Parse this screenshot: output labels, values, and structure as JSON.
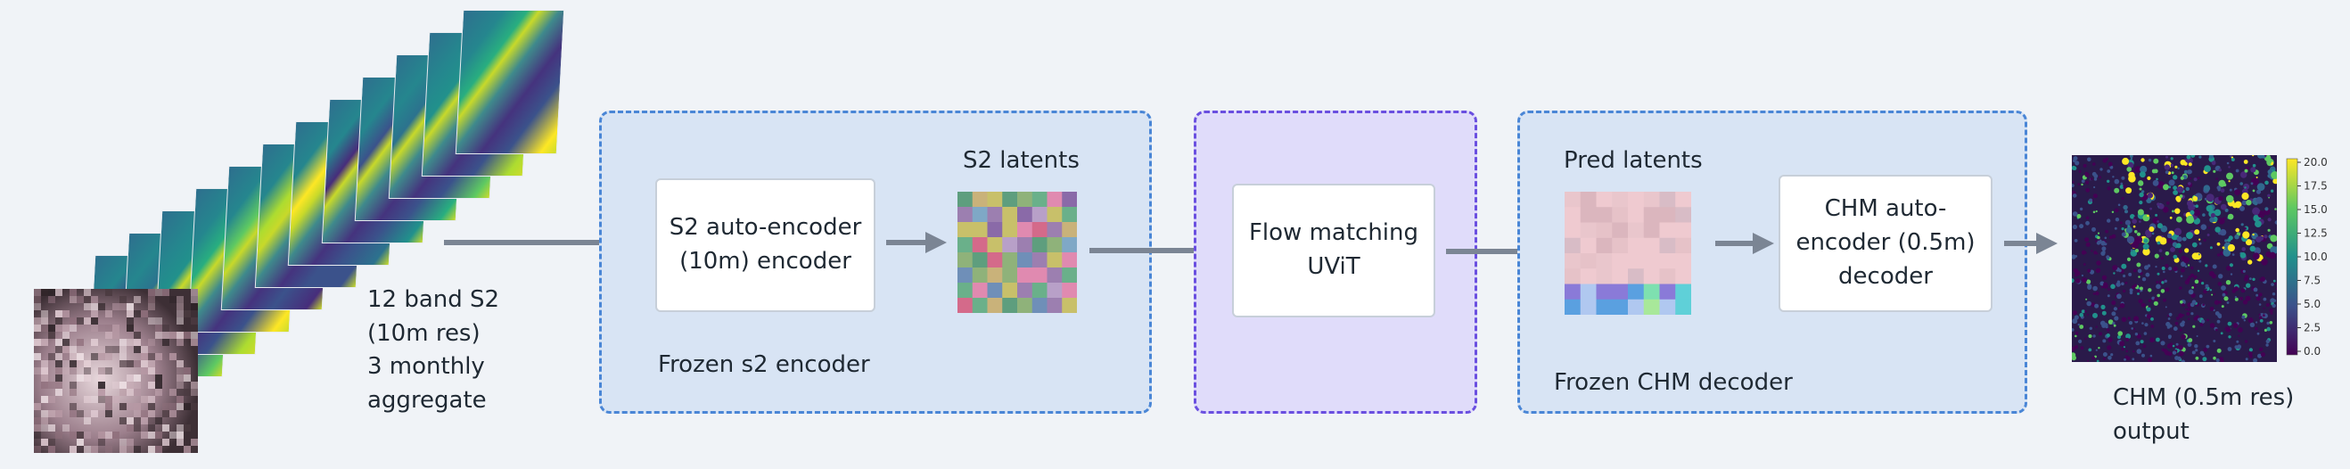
{
  "input": {
    "caption_lines": [
      "12 band S2",
      "(10m res)",
      "3 monthly",
      "aggregate"
    ],
    "tile_count": 12
  },
  "groups": {
    "s2_encoder": {
      "label": "Frozen s2 encoder"
    },
    "flow": {
      "label": ""
    },
    "chm_decoder": {
      "label": "Frozen CHM decoder"
    }
  },
  "nodes": {
    "s2_autoencoder": "S2 auto-encoder\n(10m) encoder",
    "flow_matching": "Flow matching\nUViT",
    "chm_autoencoder": "CHM  auto-\nencoder (0.5m)\ndecoder"
  },
  "latents": {
    "s2_label": "S2 latents",
    "pred_label": "Pred latents"
  },
  "output": {
    "caption_lines": [
      "CHM (0.5m res)",
      "output"
    ],
    "colorbar_ticks": [
      "20.0",
      "17.5",
      "15.0",
      "12.5",
      "10.0",
      "7.5",
      "5.0",
      "2.5",
      "0.0"
    ]
  },
  "colors": {
    "group_fill": "#d8e4f4",
    "group_border": "#4a86d6",
    "flow_fill": "#e0dcfa",
    "flow_border": "#6a4fe0",
    "arrow": "#7b8594"
  }
}
